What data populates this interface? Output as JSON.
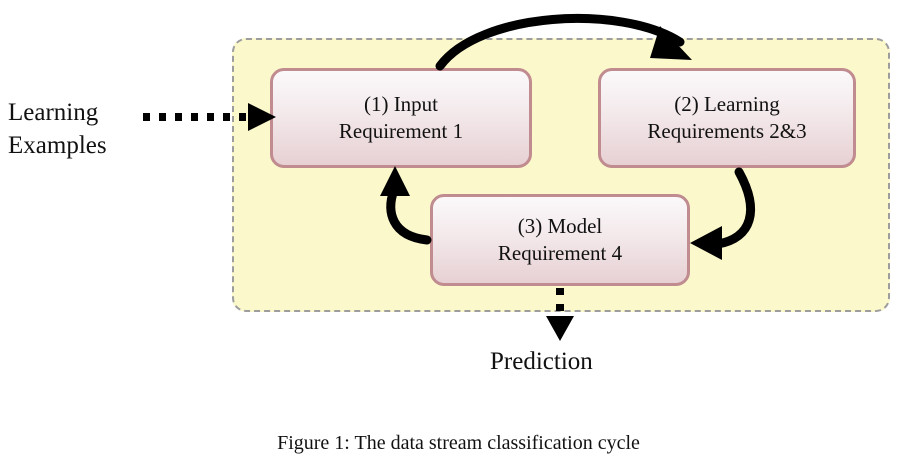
{
  "figure": {
    "caption": "Figure 1: The data stream classification cycle",
    "region_label": "data-stream-cycle-region"
  },
  "nodes": [
    {
      "id": "input",
      "line1": "(1) Input",
      "line2": "Requirement 1"
    },
    {
      "id": "learning",
      "line1": "(2) Learning",
      "line2": "Requirements 2&3"
    },
    {
      "id": "model",
      "line1": "(3) Model",
      "line2": "Requirement 4"
    }
  ],
  "labels": {
    "input_source_line1": "Learning",
    "input_source_line2": "Examples",
    "output": "Prediction"
  },
  "arrows": [
    {
      "id": "examples-to-input",
      "style": "dotted",
      "from": "Learning Examples",
      "to": "(1) Input"
    },
    {
      "id": "input-to-learning",
      "style": "solid-curved",
      "from": "(1) Input",
      "to": "(2) Learning"
    },
    {
      "id": "learning-to-model",
      "style": "solid-curved",
      "from": "(2) Learning",
      "to": "(3) Model"
    },
    {
      "id": "model-to-input",
      "style": "solid-curved",
      "from": "(3) Model",
      "to": "(1) Input"
    },
    {
      "id": "model-to-prediction",
      "style": "dotted",
      "from": "(3) Model",
      "to": "Prediction"
    }
  ],
  "colors": {
    "region_fill": "#fbf8cb",
    "region_border": "#9d9d9d",
    "node_border": "#c08c90",
    "node_fill_top": "#fbf9fa",
    "node_fill_bottom": "#e7d0d3",
    "arrow": "#000000",
    "text": "#111111"
  }
}
